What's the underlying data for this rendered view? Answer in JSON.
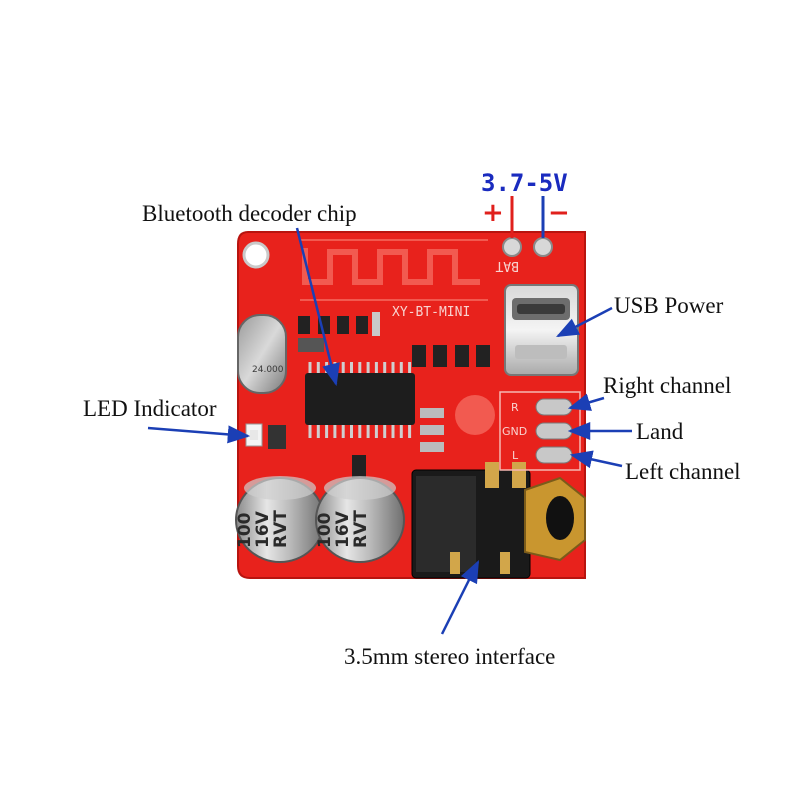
{
  "voltage": "3.7-5V",
  "polarity": {
    "plus": "+",
    "minus": "−"
  },
  "silk": {
    "model": "XY-BT-MINI",
    "bat": "BAT",
    "r": "R",
    "gnd": "GND",
    "l": "L",
    "crystal": "24.000",
    "cap_rating": [
      "100",
      "16V",
      "RVT"
    ]
  },
  "callouts": {
    "bt_chip": "Bluetooth decoder chip",
    "usb": "USB Power",
    "right": "Right channel",
    "land": "Land",
    "left": "Left channel",
    "led": "LED Indicator",
    "jack": "3.5mm stereo interface"
  },
  "colors": {
    "pcb": "#e8221c",
    "arrow": "#1b3fb5",
    "voltage": "#1a2bbf",
    "polarity": "#e0201c"
  }
}
